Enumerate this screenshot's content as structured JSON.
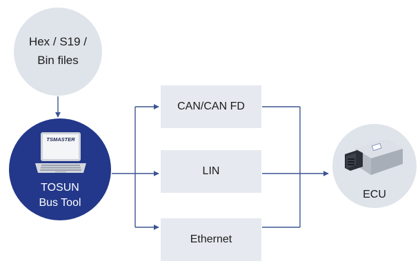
{
  "nodes": {
    "files": {
      "line1": "Hex / S19 /",
      "line2": "Bin files"
    },
    "tool": {
      "line1": "TOSUN",
      "line2": "Bus Tool",
      "screen_brand": "TSMASTER"
    },
    "can": {
      "label": "CAN/CAN FD"
    },
    "lin": {
      "label": "LIN"
    },
    "ethernet": {
      "label": "Ethernet"
    },
    "ecu": {
      "label": "ECU"
    }
  },
  "colors": {
    "accent": "#23388a",
    "arrow": "#3b5391",
    "circle_fill": "#dfe3ea",
    "box_fill": "#e6e9ef"
  }
}
